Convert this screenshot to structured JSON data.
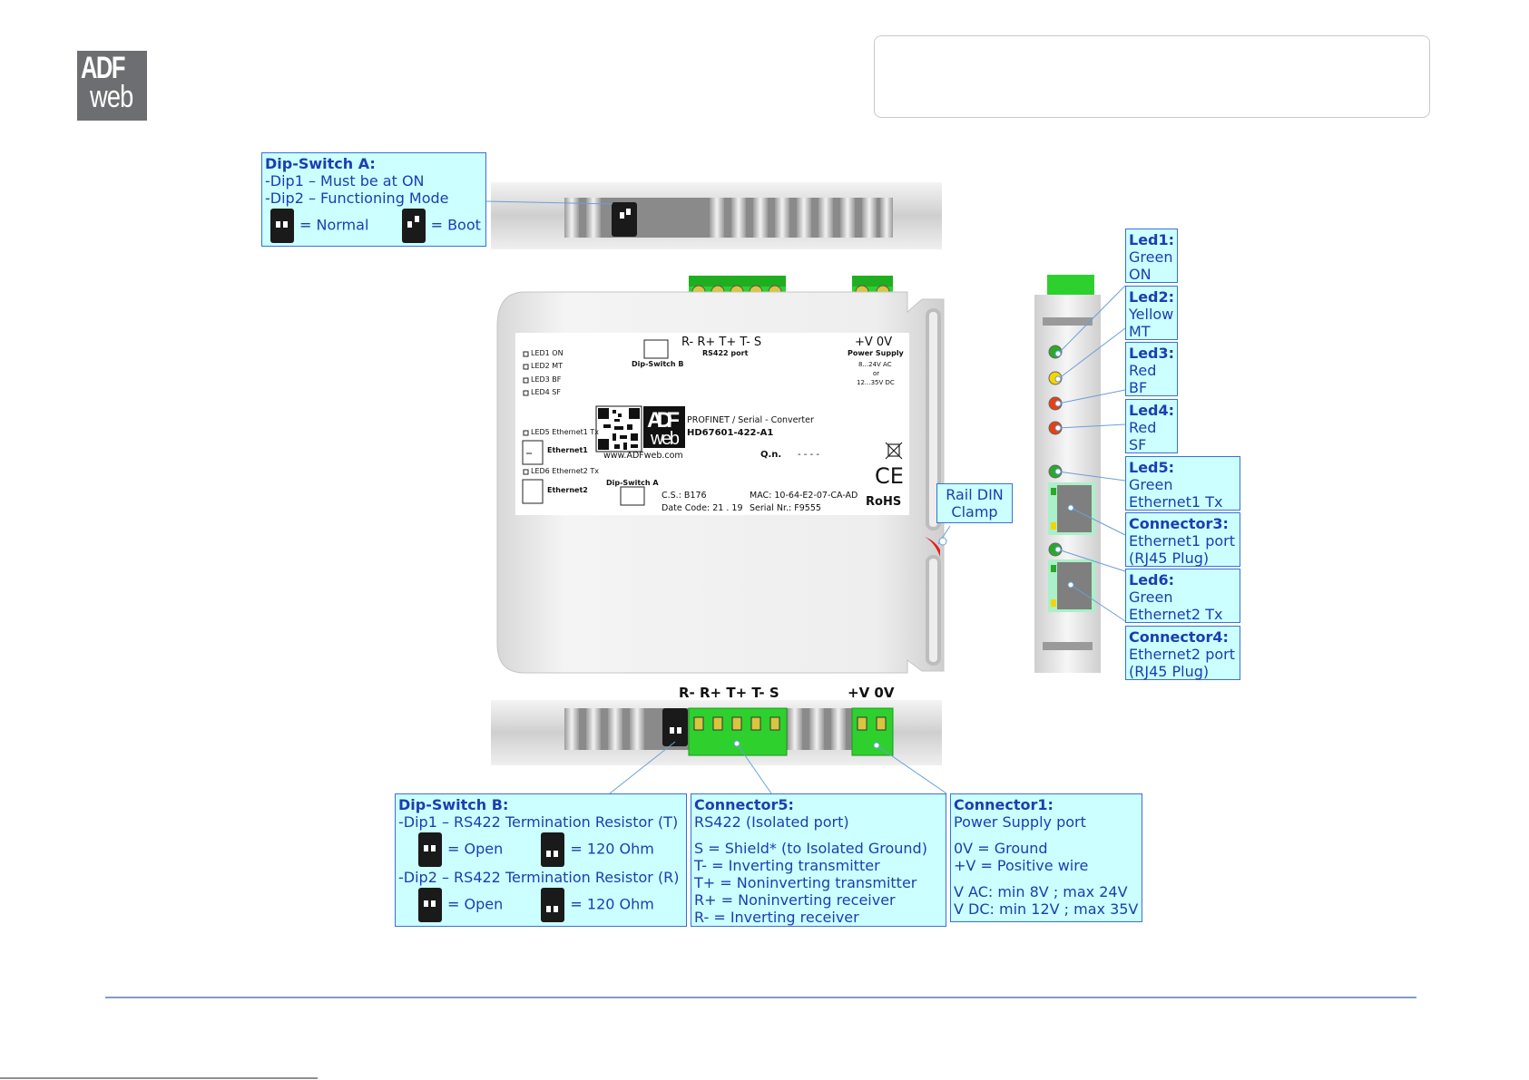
{
  "logo": {
    "line1": "ADF",
    "line2": "web"
  },
  "dipA": {
    "title": "Dip-Switch A:",
    "line1": "-Dip1 – Must be at ON",
    "line2": "-Dip2 – Functioning Mode",
    "normal": "= Normal",
    "boot": "= Boot"
  },
  "leds": [
    {
      "title": "Led1:",
      "l1": "Green",
      "l2": "ON"
    },
    {
      "title": "Led2:",
      "l1": "Yellow",
      "l2": "MT"
    },
    {
      "title": "Led3:",
      "l1": "Red",
      "l2": "BF"
    },
    {
      "title": "Led4:",
      "l1": "Red",
      "l2": "SF"
    },
    {
      "title": "Led5:",
      "l1": "Green",
      "l2": "Ethernet1 Tx"
    },
    {
      "title": "Connector3:",
      "l1": "Ethernet1 port",
      "l2": "(RJ45 Plug)"
    },
    {
      "title": "Led6:",
      "l1": "Green",
      "l2": "Ethernet2 Tx"
    },
    {
      "title": "Connector4:",
      "l1": "Ethernet2 port",
      "l2": "(RJ45 Plug)"
    }
  ],
  "rail": {
    "l1": "Rail DIN",
    "l2": "Clamp"
  },
  "device": {
    "led_labels": [
      "LED1 ON",
      "LED2 MT",
      "LED3 BF",
      "LED4 SF"
    ],
    "led5": "LED5 Ethernet1 Tx",
    "eth1": "Ethernet1",
    "led6": "LED6 Ethernet2 Tx",
    "eth2": "Ethernet2",
    "dipB": "Dip-Switch B",
    "rs422pins": "R-  R+  T+  T-  S",
    "rs422port": "RS422 port",
    "pwrpins": "+V   0V",
    "pwrtitle": "Power Supply",
    "pwr1": "8...24V AC",
    "pwr2": "or",
    "pwr3": "12...35V DC",
    "product": "PROFINET / Serial - Converter",
    "code": "HD67601-422-A1",
    "www": "www.ADFweb.com",
    "qn": "Q.n.",
    "qnval": "- - - -",
    "dipA": "Dip-Switch A",
    "cs": "C.S.: B176",
    "date": "Date Code: 21 . 19",
    "mac": "MAC: 10-64-E2-07-CA-AD",
    "serial": "Serial Nr.: F9555",
    "ce": "CE",
    "rohs": "RoHS"
  },
  "bottom_pins": {
    "rs": "R- R+ T+ T- S",
    "pwr": "+V 0V"
  },
  "dipB": {
    "title": "Dip-Switch B:",
    "line1": "-Dip1 – RS422 Termination Resistor (T)",
    "line2": "-Dip2 – RS422 Termination Resistor (R)",
    "open": "= Open",
    "ohm": "= 120 Ohm"
  },
  "conn5": {
    "title": "Connector5:",
    "sub": "RS422 (Isolated port)",
    "lines": [
      "S = Shield* (to Isolated Ground)",
      "T- = Inverting transmitter",
      "T+ = Noninverting transmitter",
      "R+ = Noninverting receiver",
      "R- = Inverting receiver"
    ]
  },
  "conn1": {
    "title": "Connector1:",
    "sub": "Power Supply port",
    "l1": "0V = Ground",
    "l2": "+V = Positive wire",
    "l3": "V AC: min 8V ; max 24V",
    "l4": "V DC: min 12V ; max 35V"
  },
  "colors": {
    "callout_bg": "#ccffff",
    "callout_border": "#3a6fd8",
    "callout_text": "#1a3fb0",
    "terminal_green": "#2ed02e",
    "footer_line": "#3a5fa8"
  }
}
